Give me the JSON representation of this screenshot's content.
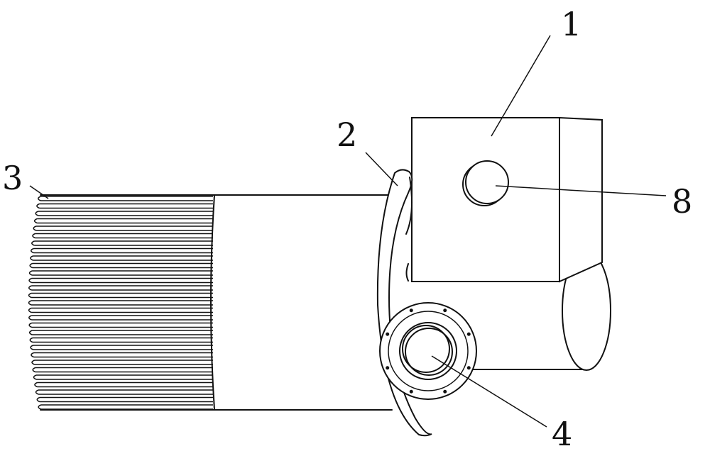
{
  "labels": {
    "part_1": "1",
    "part_2": "2",
    "part_3": "3",
    "part_4": "4",
    "part_8": "8"
  },
  "colors": {
    "line": "#111111",
    "background": "#ffffff"
  }
}
